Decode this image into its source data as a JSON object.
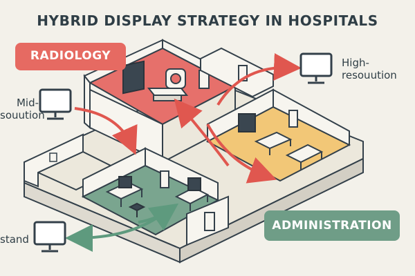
{
  "title": "HYBRID DISPLAY STRATEGY IN HOSPITALS",
  "zones": {
    "radiology": {
      "label": "RADIOLOGY",
      "badge_color": "#e66a62",
      "floor_color": "#e6706b",
      "text_color": "#ffffff"
    },
    "administration": {
      "label": "ADMINISTRATION",
      "badge_color": "#6f9d87",
      "floor_color": "#7aa58f",
      "text_color": "#ffffff"
    },
    "ward": {
      "floor_color": "#f2c777"
    }
  },
  "monitors": {
    "high": {
      "label_line1": "High-",
      "label_line2": "resouution",
      "icon": "monitor-icon"
    },
    "mid": {
      "label_line1": "Mid-",
      "label_line2": "souution",
      "icon": "monitor-icon"
    },
    "standard": {
      "label": "stand",
      "icon": "monitor-icon"
    }
  },
  "colors": {
    "arrow_red": "#e0574f",
    "arrow_green": "#5e9a7e",
    "wall": "#f7f5ef",
    "outline": "#33404a"
  }
}
